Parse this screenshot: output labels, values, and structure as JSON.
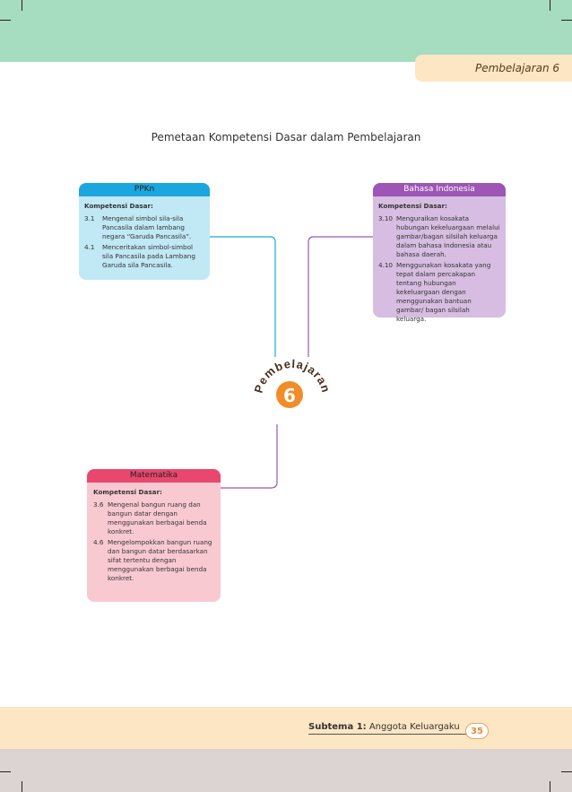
{
  "header": {
    "tab_label": "Pembelajaran 6"
  },
  "title": "Pemetaan Kompetensi Dasar dalam Pembelajaran",
  "center": {
    "arc_text": "Pembelajaran",
    "number": "6"
  },
  "cards": {
    "ppkn": {
      "heading": "PPKn",
      "kd_title": "Kompetensi Dasar:",
      "items": [
        {
          "num": "3.1",
          "text": "Mengenal simbol sila-sila Pancasila dalam lambang negara “Garuda Pancasila”."
        },
        {
          "num": "4.1",
          "text": "Menceritakan simbol-simbol sila Pancasila pada Lambang Garuda sila Pancasila."
        }
      ]
    },
    "bahasa": {
      "heading": "Bahasa Indonesia",
      "kd_title": "Kompetensi Dasar:",
      "items": [
        {
          "num": "3.10",
          "text": "Menguraikan kosakata hubungan kekeluargaan melalui gambar/bagan silsilah keluarga dalam bahasa Indonesia atau bahasa daerah."
        },
        {
          "num": "4.10",
          "text": "Menggunakan kosakata yang tepat dalam percakapan tentang hubungan kekeluargaan dengan menggunakan bantuan gambar/ bagan silsilah keluarga."
        }
      ]
    },
    "matematika": {
      "heading": "Matematika",
      "kd_title": "Kompetensi Dasar:",
      "items": [
        {
          "num": "3.6",
          "text": "Mengenal bangun ruang dan bangun datar dengan menggunakan berbagai benda konkret."
        },
        {
          "num": "4.6",
          "text": "Mengelompokkan bangun ruang dan bangun datar berdasarkan sifat tertentu dengan menggunakan berbagai benda konkret."
        }
      ]
    }
  },
  "footer": {
    "subtema_label": "Subtema 1:",
    "subtema_title": "Anggota Keluargaku",
    "page_number": "35"
  },
  "colors": {
    "ppkn": "#1ba6e0",
    "bahasa": "#9d56b5",
    "matematika": "#e9476d",
    "accent": "#f28c28"
  }
}
